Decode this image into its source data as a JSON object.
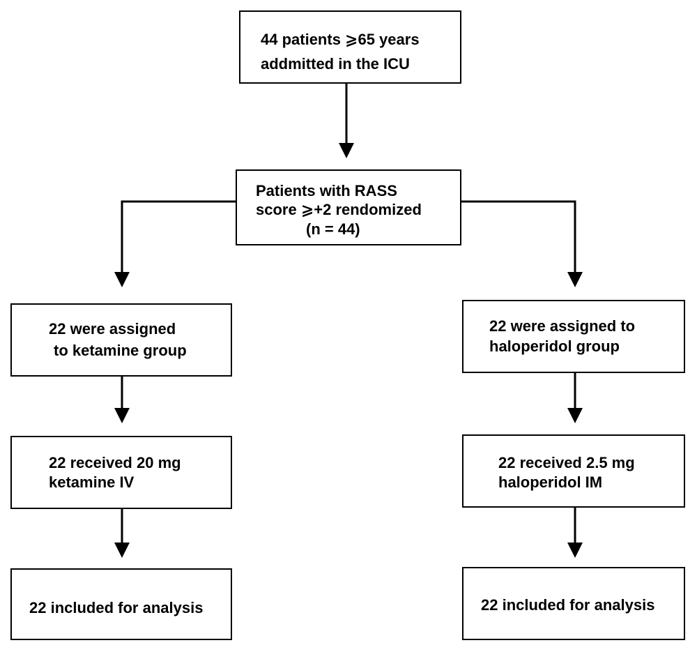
{
  "nodes": {
    "enrollment": {
      "lines": [
        "44 patients ⩾65 years",
        "addmitted in the ICU"
      ]
    },
    "randomization": {
      "lines": [
        "Patients with RASS",
        "score ⩾+2 rendomized",
        "(n = 44)"
      ]
    },
    "ketamine_assigned": {
      "lines": [
        "22 were assigned",
        "to ketamine group"
      ]
    },
    "haloperidol_assigned": {
      "lines": [
        "22 were assigned to",
        "haloperidol group"
      ]
    },
    "ketamine_received": {
      "lines": [
        "22 received 20 mg",
        "ketamine IV"
      ]
    },
    "haloperidol_received": {
      "lines": [
        "22 received 2.5 mg",
        "haloperidol IM"
      ]
    },
    "ketamine_analysis": {
      "lines": [
        "22 included for analysis"
      ]
    },
    "haloperidol_analysis": {
      "lines": [
        "22 included for analysis"
      ]
    }
  },
  "style": {
    "line_color": "#000000",
    "box_border_color": "#000000",
    "background_color": "#ffffff"
  }
}
